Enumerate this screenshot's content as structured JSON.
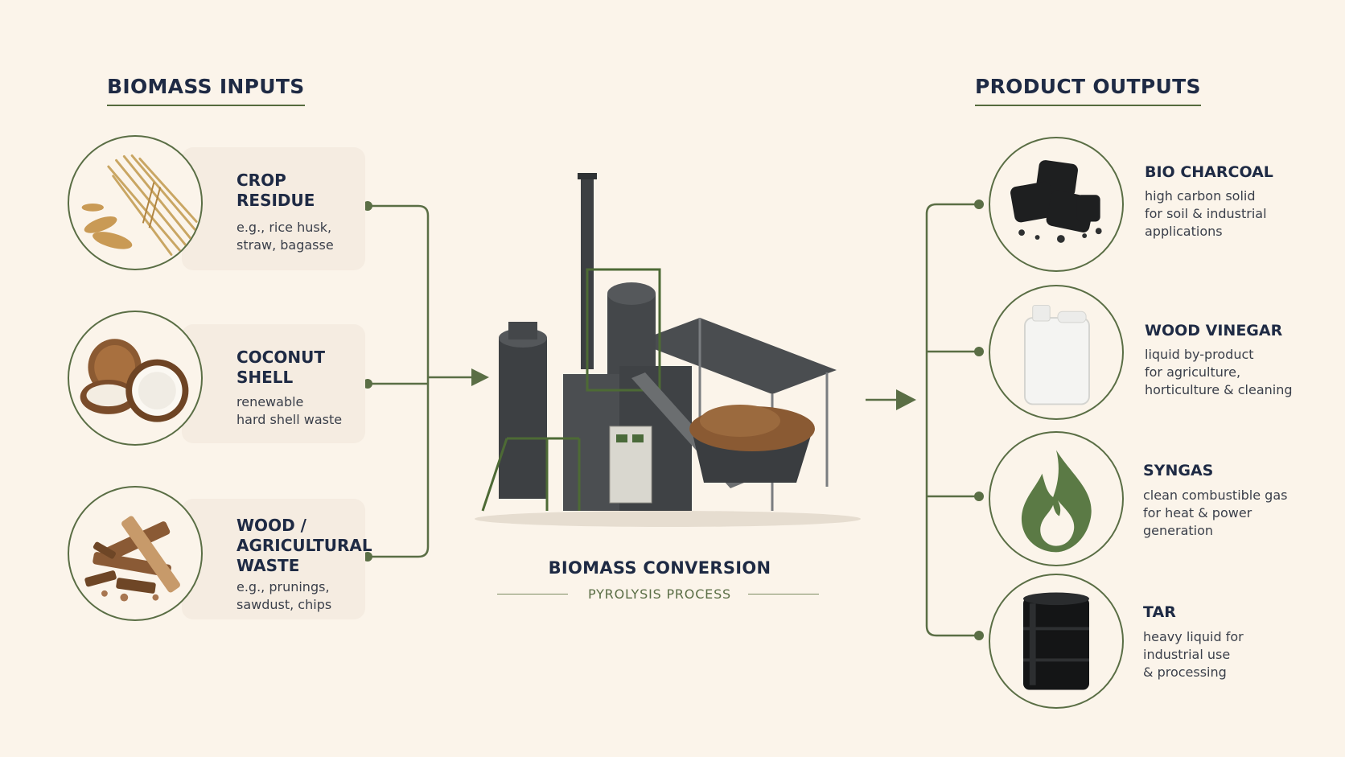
{
  "inputs": {
    "heading": "BIOMASS INPUTS",
    "items": [
      {
        "title": "CROP\nRESIDUE",
        "desc": "e.g., rice husk,\nstraw, bagasse",
        "icon": "straw-bundle-icon"
      },
      {
        "title": "COCONUT\nSHELL",
        "desc": "renewable\nhard shell waste",
        "icon": "coconut-icon"
      },
      {
        "title": "WOOD /\nAGRICULTURAL\nWASTE",
        "desc": "e.g., prunings,\nsawdust, chips",
        "icon": "wood-chips-icon"
      }
    ]
  },
  "conversion": {
    "title": "BIOMASS CONVERSION",
    "subtitle": "PYROLYSIS PROCESS"
  },
  "outputs": {
    "heading": "PRODUCT OUTPUTS",
    "items": [
      {
        "title": "BIO CHARCOAL",
        "desc": "high carbon solid\nfor soil & industrial\napplications",
        "icon": "charcoal-icon"
      },
      {
        "title": "WOOD VINEGAR",
        "desc": "liquid by-product\nfor agriculture,\nhorticulture & cleaning",
        "icon": "jerrycan-icon"
      },
      {
        "title": "SYNGAS",
        "desc": "clean combustible gas\nfor heat & power\ngeneration",
        "icon": "flame-icon"
      },
      {
        "title": "TAR",
        "desc": "heavy liquid for\nindustrial use\n& processing",
        "icon": "barrel-icon"
      }
    ]
  },
  "colors": {
    "background": "#fbf4ea",
    "accent": "#5a6e45",
    "heading": "#1e2a44"
  }
}
